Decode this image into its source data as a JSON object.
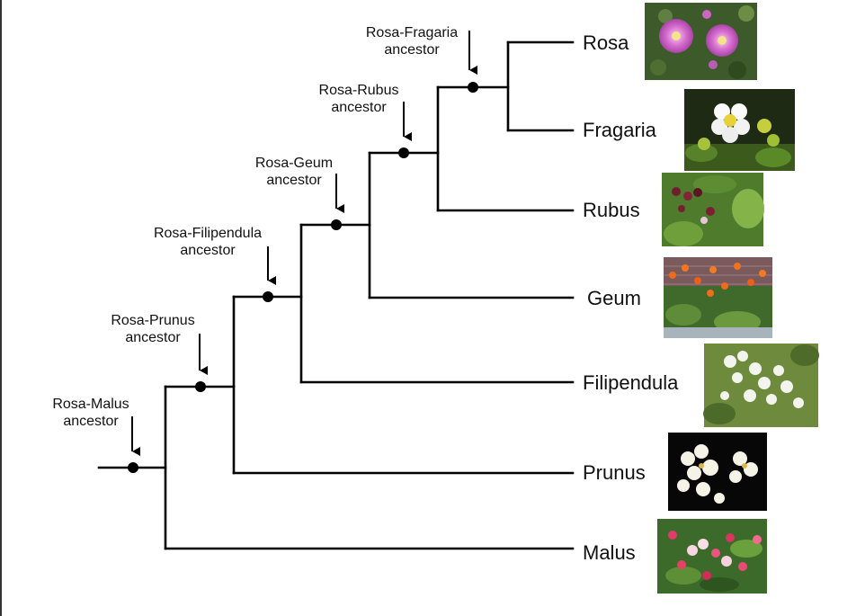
{
  "ancestors": {
    "fragaria": {
      "line1": "Rosa-Fragaria",
      "line2": "ancestor"
    },
    "rubus": {
      "line1": "Rosa-Rubus",
      "line2": "ancestor"
    },
    "geum": {
      "line1": "Rosa-Geum",
      "line2": "ancestor"
    },
    "filipendula": {
      "line1": "Rosa-Filipendula",
      "line2": "ancestor"
    },
    "prunus": {
      "line1": "Rosa-Prunus",
      "line2": "ancestor"
    },
    "malus": {
      "line1": "Rosa-Malus",
      "line2": "ancestor"
    }
  },
  "taxa": {
    "rosa": "Rosa",
    "fragaria": "Fragaria",
    "rubus": "Rubus",
    "geum": "Geum",
    "filipendula": "Filipendula",
    "prunus": "Prunus",
    "malus": "Malus"
  },
  "photos": {
    "rosa": "pink rose flowers",
    "fragaria": "white strawberry flower",
    "rubus": "raspberry plant",
    "geum": "orange geum flowers",
    "filipendula": "white filipendula flowers",
    "prunus": "white prunus blossoms",
    "malus": "pink apple blossoms"
  },
  "colors": {
    "line": "#000000",
    "node": "#000000",
    "background": "#ffffff"
  }
}
